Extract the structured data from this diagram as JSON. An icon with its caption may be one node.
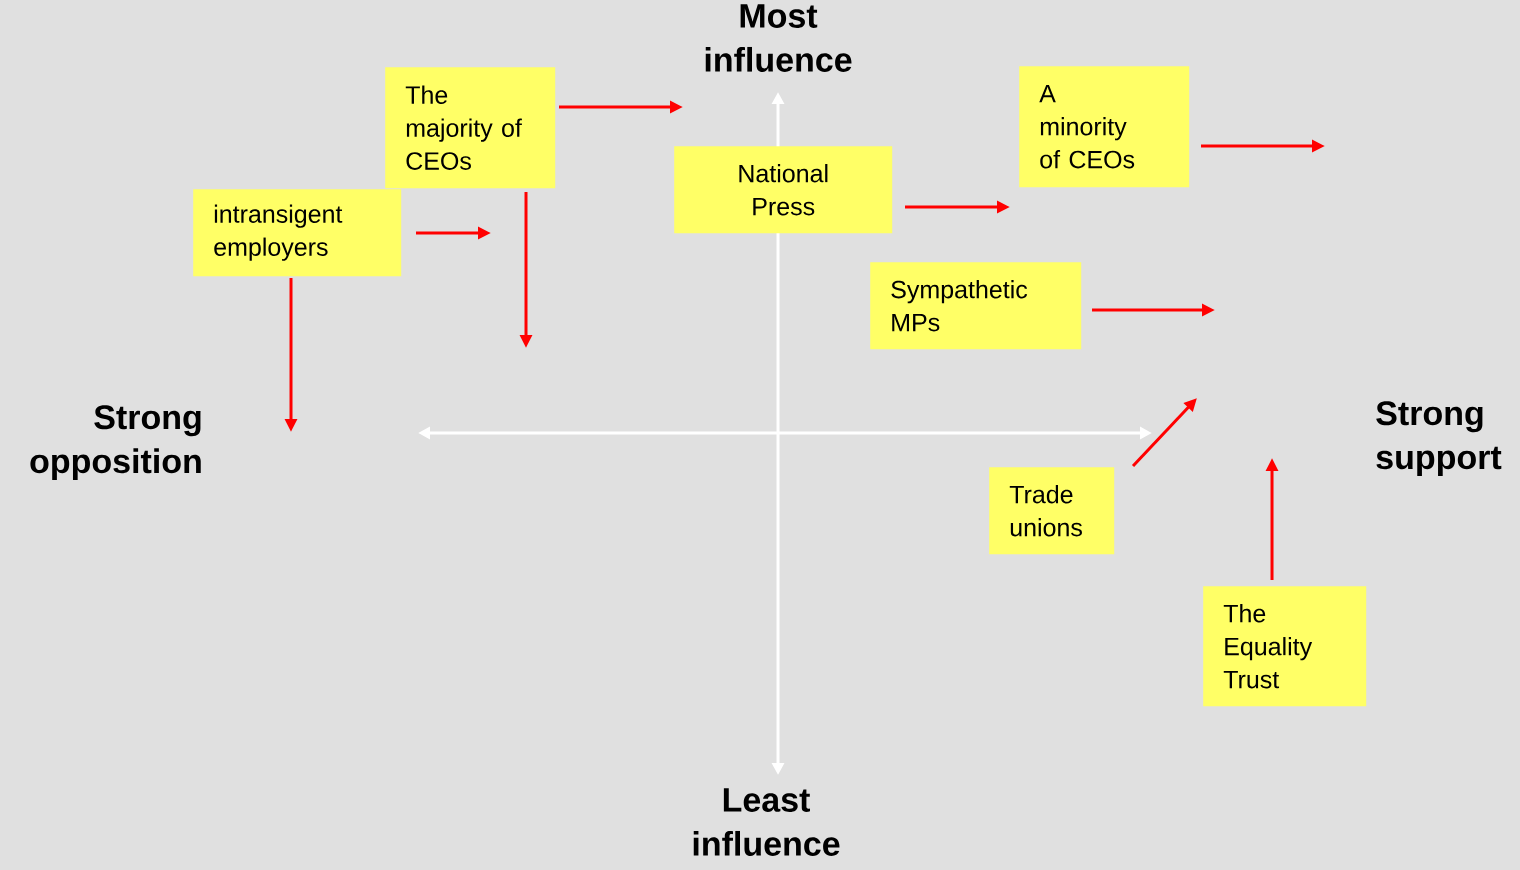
{
  "diagram": {
    "nodes": [
      {
        "text": [
          "The majority of CEOs"
        ]
      },
      {
        "text": [
          "National Press"
        ]
      },
      {
        "text": [
          "A minority of CEOs"
        ]
      },
      {
        "text": [
          "intransigent employers"
        ]
      },
      {
        "text": [
          "Sympathetic MPs"
        ]
      },
      {
        "text": [
          "Trade unions"
        ]
      },
      {
        "text": [
          "The Equality Trust"
        ]
      }
    ],
    "edges": [
      {
        "from": 0,
        "to": null,
        "arrow": "to"
      },
      {
        "from": 0,
        "to": null,
        "arrow": "to"
      },
      {
        "from": 1,
        "to": null,
        "arrow": "to"
      },
      {
        "from": 2,
        "to": null,
        "arrow": "to"
      },
      {
        "from": 3,
        "to": null,
        "arrow": "to"
      },
      {
        "from": 3,
        "to": null,
        "arrow": "to"
      },
      {
        "from": 4,
        "to": null,
        "arrow": "to"
      },
      {
        "from": 5,
        "to": null,
        "arrow": "to"
      },
      {
        "from": 6,
        "to": null,
        "arrow": "to"
      }
    ],
    "labels": [
      "Most influence",
      "Strong opposition",
      "Strong support",
      "Least influence"
    ]
  }
}
